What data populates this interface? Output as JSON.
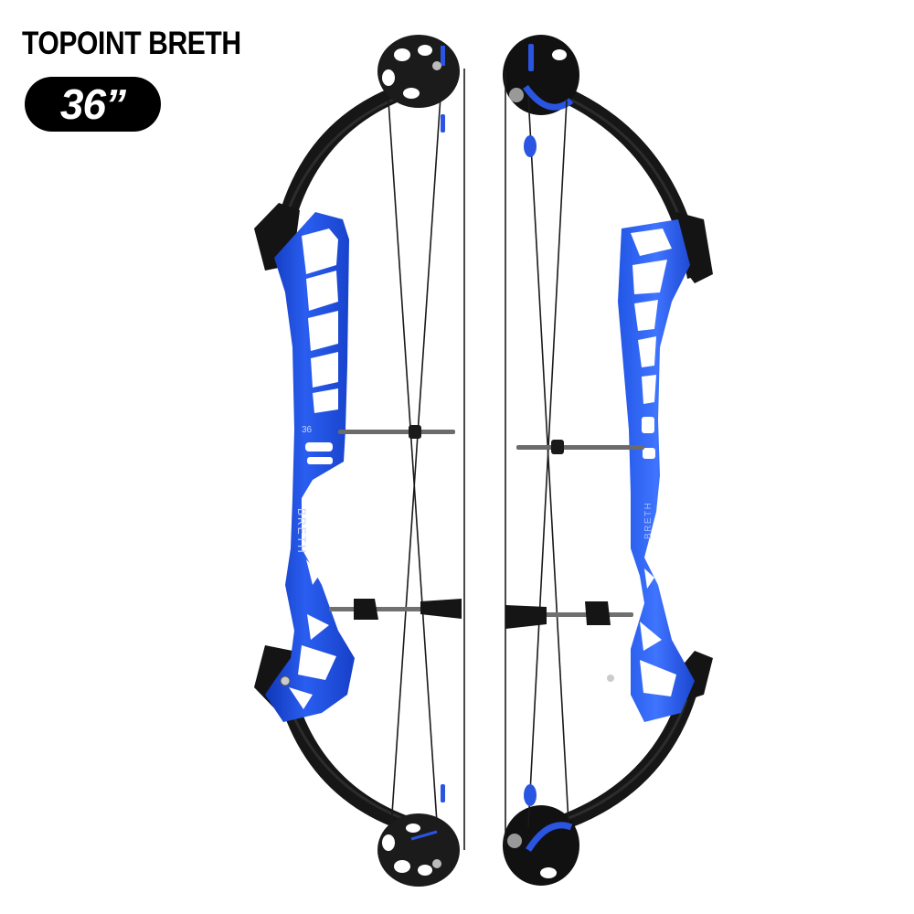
{
  "header": {
    "title": "TOPOINT BRETH",
    "size_badge": "36”"
  },
  "product": {
    "riser_label": "BRETH",
    "riser_size_mark": "36",
    "views": [
      "side-left",
      "side-right-mirrored"
    ]
  },
  "colors": {
    "riser_blue": "#1f4fd8",
    "riser_highlight": "#4d7bff",
    "limb_black": "#151515",
    "string": "#1a1a1a",
    "rod_gray": "#6b6b6b",
    "background": "#ffffff"
  }
}
